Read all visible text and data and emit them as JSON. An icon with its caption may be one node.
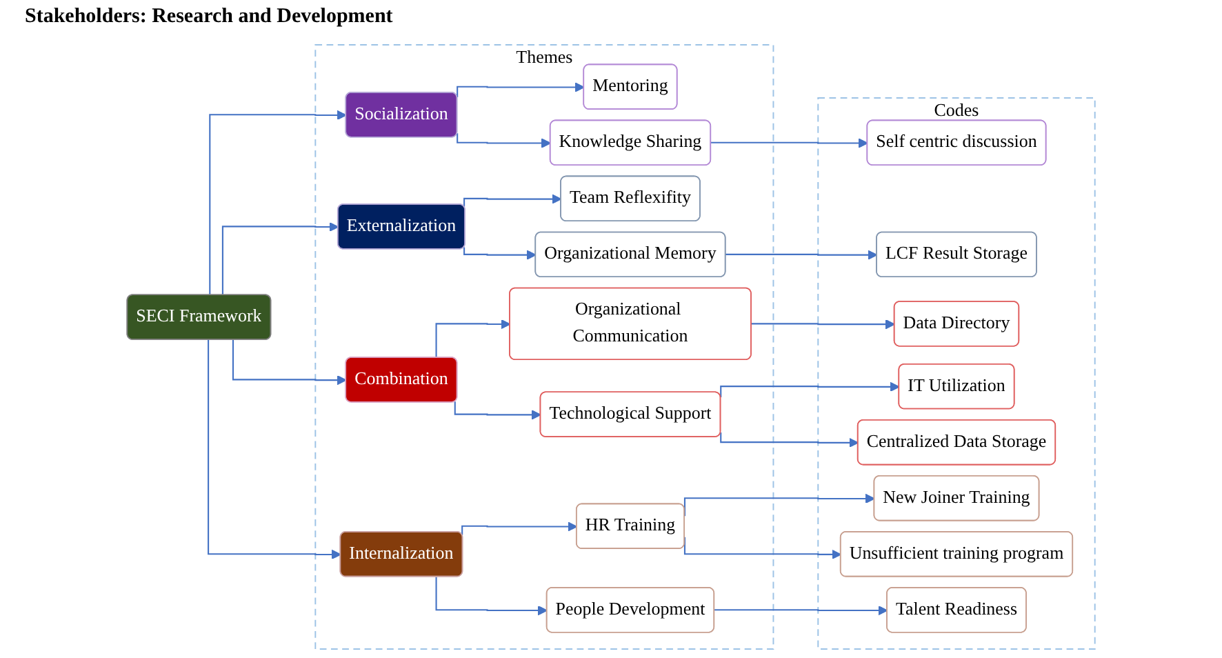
{
  "diagram": {
    "title": "Stakeholders: Research and Development",
    "nodes": [
      {
        "text": [
          "SECI Framework"
        ]
      },
      {
        "text": [
          "Themes"
        ]
      },
      {
        "text": [
          "Socialization"
        ],
        "in": 1
      },
      {
        "text": [
          "Mentoring"
        ],
        "in": 1
      },
      {
        "text": [
          "Knowledge Sharing"
        ],
        "in": 1
      },
      {
        "text": [
          "Externalization"
        ],
        "in": 1
      },
      {
        "text": [
          "Team Reflexifity"
        ],
        "in": 1
      },
      {
        "text": [
          "Organizational Memory"
        ],
        "in": 1
      },
      {
        "text": [
          "Combination"
        ],
        "in": 1
      },
      {
        "text": [
          "Organizational Communication"
        ],
        "in": 1
      },
      {
        "text": [
          "Technological Support"
        ],
        "in": 1
      },
      {
        "text": [
          "Internalization"
        ],
        "in": 1
      },
      {
        "text": [
          "HR Training"
        ],
        "in": 1
      },
      {
        "text": [
          "People Development"
        ],
        "in": 1
      },
      {
        "text": [
          "Codes"
        ]
      },
      {
        "text": [
          "Self centric discussion"
        ],
        "in": 14
      },
      {
        "text": [
          "LCF Result Storage"
        ],
        "in": 14
      },
      {
        "text": [
          "Data Directory"
        ],
        "in": 14
      },
      {
        "text": [
          "IT Utilization"
        ],
        "in": 14
      },
      {
        "text": [
          "Centralized Data Storage"
        ],
        "in": 14
      },
      {
        "text": [
          "New Joiner Training"
        ],
        "in": 14
      },
      {
        "text": [
          "Unsufficient training program"
        ],
        "in": 14
      },
      {
        "text": [
          "Talent Readiness"
        ],
        "in": 14
      }
    ],
    "edges": [
      {
        "from": 0,
        "to": 2,
        "arrow": "to"
      },
      {
        "from": 0,
        "to": 5,
        "arrow": "to"
      },
      {
        "from": 0,
        "to": 8,
        "arrow": "to"
      },
      {
        "from": 0,
        "to": 11,
        "arrow": "to"
      },
      {
        "from": 2,
        "to": 3,
        "arrow": "to"
      },
      {
        "from": 2,
        "to": 4,
        "arrow": "to"
      },
      {
        "from": 5,
        "to": 6,
        "arrow": "to"
      },
      {
        "from": 5,
        "to": 7,
        "arrow": "to"
      },
      {
        "from": 8,
        "to": 9,
        "arrow": "to"
      },
      {
        "from": 8,
        "to": 10,
        "arrow": "to"
      },
      {
        "from": 11,
        "to": 12,
        "arrow": "to"
      },
      {
        "from": 11,
        "to": 13,
        "arrow": "to"
      },
      {
        "from": 4,
        "to": 15,
        "arrow": "to"
      },
      {
        "from": 7,
        "to": 16,
        "arrow": "to"
      },
      {
        "from": 9,
        "to": 17,
        "arrow": "to"
      },
      {
        "from": 10,
        "to": 18,
        "arrow": "to"
      },
      {
        "from": 10,
        "to": 19,
        "arrow": "to"
      },
      {
        "from": 12,
        "to": 20,
        "arrow": "to"
      },
      {
        "from": 12,
        "to": 21,
        "arrow": "to"
      },
      {
        "from": 13,
        "to": 22,
        "arrow": "to"
      }
    ]
  }
}
